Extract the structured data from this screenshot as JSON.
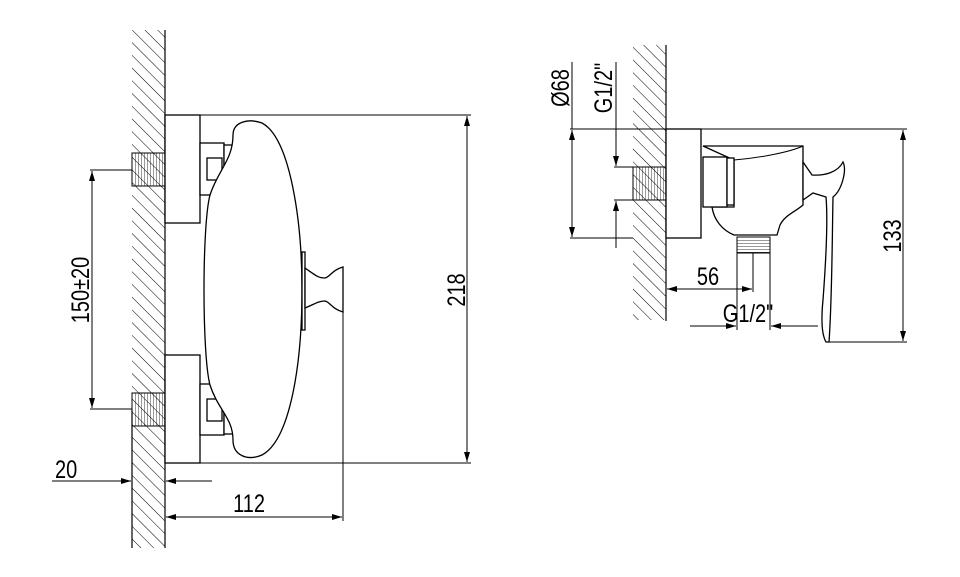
{
  "drawing": {
    "front_view": {
      "dimensions": {
        "height": "218",
        "inlet_spacing": "150±20",
        "wall_offset": "20",
        "depth": "112"
      }
    },
    "side_view": {
      "dimensions": {
        "rosette_diameter": "Ø68",
        "inlet_thread": "G1/2\"",
        "outlet_offset": "56",
        "outlet_thread": "G1/2\"",
        "height": "133"
      }
    },
    "line_color": "#000000",
    "background_color": "#ffffff"
  }
}
